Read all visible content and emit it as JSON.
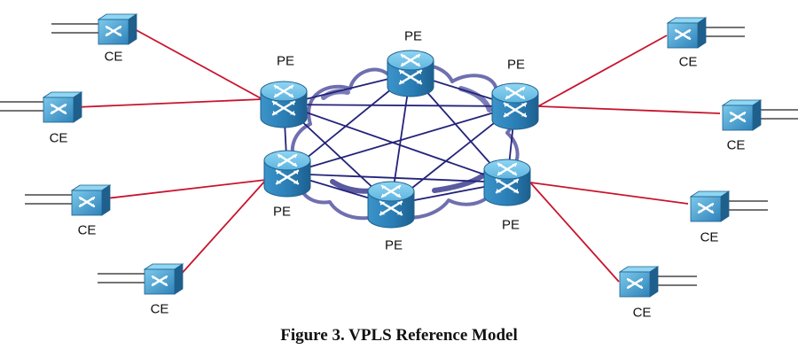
{
  "caption": "Figure 3. VPLS Reference Model",
  "colors": {
    "ce_link": "#c8142d",
    "pe_mesh": "#23237a",
    "cloud": "#6f6fb0",
    "router_top": "#6fc4ea",
    "router_side": "#2f86bd",
    "router_dark": "#1e5f8c",
    "access_wire": "#222222"
  },
  "icon": "network-switch-icon",
  "pe_routers": [
    {
      "id": "pe-top-left",
      "label": "PE"
    },
    {
      "id": "pe-top-center",
      "label": "PE"
    },
    {
      "id": "pe-top-right",
      "label": "PE"
    },
    {
      "id": "pe-bottom-left",
      "label": "PE"
    },
    {
      "id": "pe-bottom-center",
      "label": "PE"
    },
    {
      "id": "pe-bottom-right",
      "label": "PE"
    }
  ],
  "ce_devices": [
    {
      "id": "ce-left-1",
      "label": "CE"
    },
    {
      "id": "ce-left-2",
      "label": "CE"
    },
    {
      "id": "ce-left-3",
      "label": "CE"
    },
    {
      "id": "ce-left-4",
      "label": "CE"
    },
    {
      "id": "ce-right-1",
      "label": "CE"
    },
    {
      "id": "ce-right-2",
      "label": "CE"
    },
    {
      "id": "ce-right-3",
      "label": "CE"
    },
    {
      "id": "ce-right-4",
      "label": "CE"
    }
  ],
  "ce_links": [
    {
      "from": "ce-left-1",
      "to": "pe-top-left"
    },
    {
      "from": "ce-left-2",
      "to": "pe-top-left"
    },
    {
      "from": "ce-left-3",
      "to": "pe-bottom-left"
    },
    {
      "from": "ce-left-4",
      "to": "pe-bottom-left"
    },
    {
      "from": "ce-right-1",
      "to": "pe-top-right"
    },
    {
      "from": "ce-right-2",
      "to": "pe-top-right"
    },
    {
      "from": "ce-right-3",
      "to": "pe-bottom-right"
    },
    {
      "from": "ce-right-4",
      "to": "pe-bottom-right"
    }
  ],
  "pe_mesh": [
    {
      "from": "pe-top-left",
      "to": "pe-top-center"
    },
    {
      "from": "pe-top-left",
      "to": "pe-top-right"
    },
    {
      "from": "pe-top-left",
      "to": "pe-bottom-right"
    },
    {
      "from": "pe-top-left",
      "to": "pe-bottom-center"
    },
    {
      "from": "pe-top-center",
      "to": "pe-top-right"
    },
    {
      "from": "pe-top-center",
      "to": "pe-bottom-left"
    },
    {
      "from": "pe-top-center",
      "to": "pe-bottom-right"
    },
    {
      "from": "pe-top-center",
      "to": "pe-bottom-center"
    },
    {
      "from": "pe-top-right",
      "to": "pe-bottom-left"
    },
    {
      "from": "pe-top-right",
      "to": "pe-bottom-center"
    },
    {
      "from": "pe-top-right",
      "to": "pe-bottom-right"
    },
    {
      "from": "pe-bottom-left",
      "to": "pe-bottom-right"
    },
    {
      "from": "pe-bottom-left",
      "to": "pe-bottom-center"
    },
    {
      "from": "pe-bottom-center",
      "to": "pe-bottom-right"
    },
    {
      "from": "pe-top-left",
      "to": "pe-bottom-left"
    }
  ]
}
